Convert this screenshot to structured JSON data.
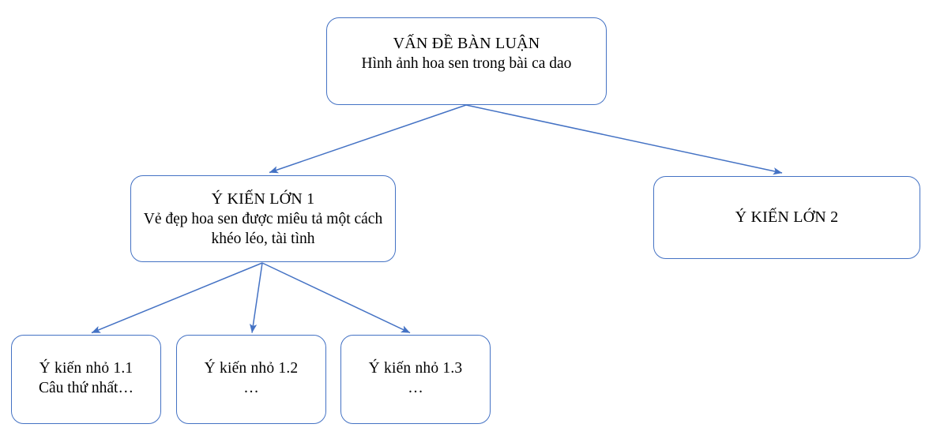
{
  "diagram": {
    "accent_color": "#4472C4",
    "text_color": "#000000",
    "background_color": "#ffffff",
    "nodes": {
      "root": {
        "title": "VẤN ĐỀ BÀN LUẬN",
        "subtitle": "Hình ảnh hoa sen trong bài ca dao"
      },
      "main_1": {
        "title": "Ý KIẾN LỚN 1",
        "subtitle": "Vẻ đẹp hoa sen được miêu tả một cách khéo léo, tài tình"
      },
      "main_2": {
        "title": "Ý KIẾN LỚN 2",
        "subtitle": ""
      },
      "sub_11": {
        "title": "Ý kiến nhỏ 1.1",
        "subtitle": "Câu thứ nhất…"
      },
      "sub_12": {
        "title": "Ý kiến nhỏ 1.2",
        "subtitle": "…"
      },
      "sub_13": {
        "title": "Ý kiến nhỏ 1.3",
        "subtitle": "…"
      }
    }
  }
}
